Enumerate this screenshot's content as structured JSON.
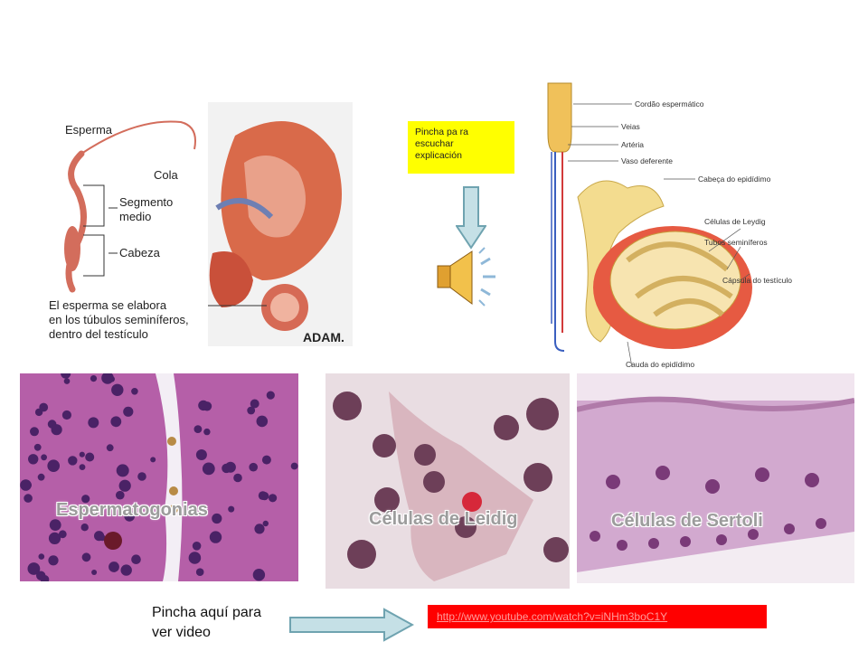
{
  "sperm_diagram": {
    "labels": {
      "sperm": "Esperma",
      "tail": "Cola",
      "midpiece_1": "Segmento",
      "midpiece_2": "medio",
      "head": "Cabeza",
      "caption_1": "El esperma se elabora",
      "caption_2": "en los túbulos seminíferos,",
      "caption_3": "dentro del testículo",
      "brand": "ADAM."
    }
  },
  "audio_note": {
    "line_1": "Pincha pa ra",
    "line_2": "escuchar",
    "line_3": "explicación"
  },
  "testis_diagram": {
    "labels": {
      "cord": "Cordão espermático",
      "veins": "Veias",
      "artery": "Artéria",
      "vas": "Vaso deferente",
      "epi_head": "Cabeça do epidídimo",
      "leydig": "Células de Leydig",
      "tubules": "Tubos seminíferos",
      "capsule": "Cápsula do testículo",
      "epi_tail": "Cauda do epidídimo"
    }
  },
  "micrographs": {
    "sperm": {
      "caption": "Espermatogonias"
    },
    "leydig": {
      "caption": "Células de Leidig"
    },
    "sertoli": {
      "caption": "Células de Sertoli"
    }
  },
  "video": {
    "prompt_1": "Pincha aquí para",
    "prompt_2": "ver video",
    "link": "http://www.youtube.com/watch?v=iNHm3boC1Y"
  },
  "colors": {
    "note_bg": "#ffff00",
    "link_bg": "#ff0000",
    "arrow_fill": "#c5e0e6",
    "arrow_stroke": "#6fa3b0"
  }
}
